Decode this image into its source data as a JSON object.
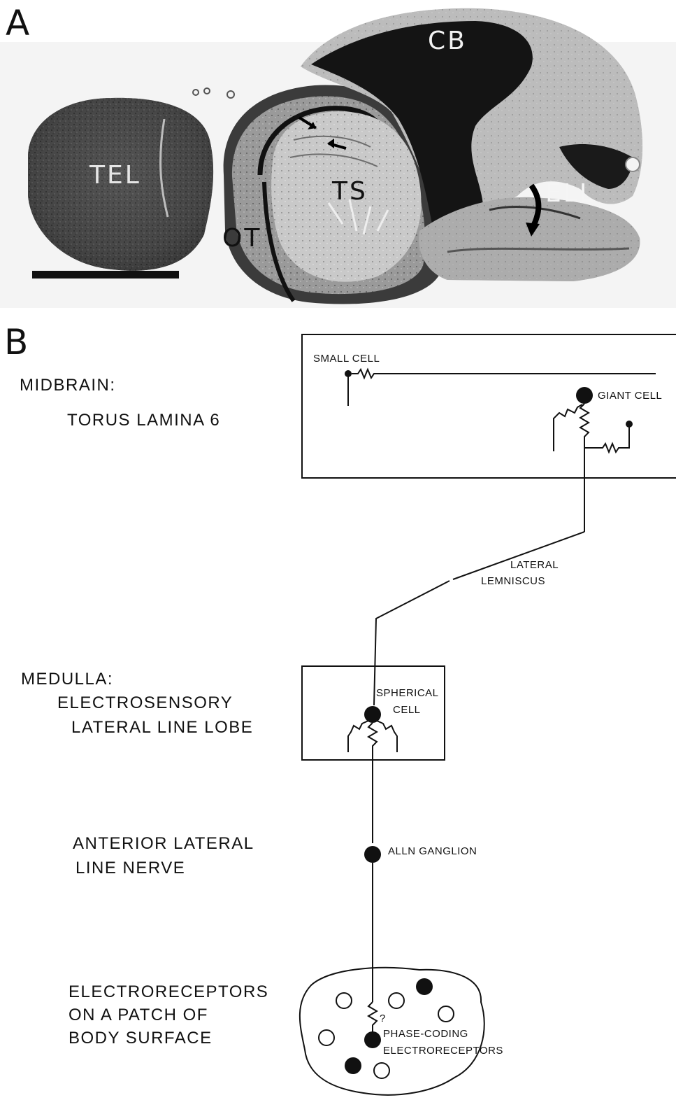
{
  "panel_a": {
    "letter": "A",
    "labels": {
      "tel": "TEL",
      "ot": "OT",
      "ts": "TS",
      "cb": "CB",
      "ell": "ELL"
    }
  },
  "panel_b": {
    "letter": "B",
    "levels": {
      "midbrain_line1": "MIDBRAIN:",
      "midbrain_line2": "TORUS LAMINA 6",
      "medulla_line1": "MEDULLA:",
      "medulla_line2": "ELECTROSENSORY",
      "medulla_line3": "LATERAL LINE LOBE",
      "nerve_line1": "ANTERIOR LATERAL",
      "nerve_line2": "LINE NERVE",
      "receptor_line1": "ELECTRORECEPTORS",
      "receptor_line2": "ON A PATCH OF",
      "receptor_line3": "BODY SURFACE"
    },
    "cells": {
      "small_cell": "SMALL CELL",
      "giant_cell": "GIANT CELL",
      "lemniscus_line1": "LATERAL",
      "lemniscus_line2": "LEMNISCUS",
      "spherical_line1": "SPHERICAL",
      "spherical_line2": "CELL",
      "ganglion": "ALLN  GANGLION",
      "question": "?",
      "phase_line1": "PHASE-CODING",
      "phase_line2": "ELECTRORECEPTORS"
    }
  }
}
